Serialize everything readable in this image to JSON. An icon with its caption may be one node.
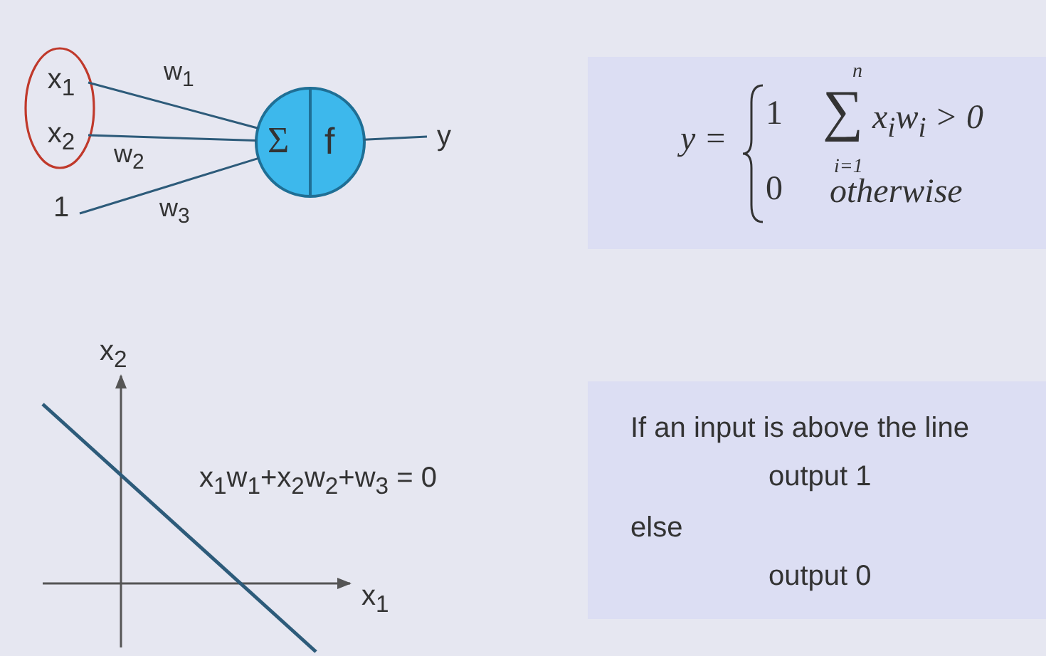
{
  "diagram": {
    "nodes": [
      {
        "text": [
          "x$_{1}$"
        ]
      },
      {
        "text": [
          "x$_{2}$"
        ]
      },
      {
        "text": [
          "1"
        ]
      },
      {
        "text": [
          "Σ",
          "f"
        ]
      },
      {
        "text": [
          "y"
        ]
      },
      {
        "text": [
          "y =",
          "1",
          "n",
          "∑",
          "x$_{i}$w$_{i}$ > 0",
          "i=1",
          "0",
          "otherwise"
        ]
      },
      {
        "text": [
          "If an input is above the line",
          "output 1",
          "else",
          "output 0"
        ]
      }
    ],
    "edges": [
      {
        "from": 0,
        "to": 3,
        "arrow": "none",
        "label": "w$_{1}$"
      },
      {
        "from": 1,
        "to": 3,
        "arrow": "none",
        "label": "w$_{2}$"
      },
      {
        "from": 2,
        "to": 3,
        "arrow": "none",
        "label": "w$_{3}$"
      },
      {
        "from": 3,
        "to": 4,
        "arrow": "none"
      }
    ],
    "labels": [
      "x$_{2}$",
      "x$_{1}$w$_{1}$+x$_{2}$w$_{2}$+w$_{3}$ = 0",
      "x$_{1}$"
    ]
  }
}
